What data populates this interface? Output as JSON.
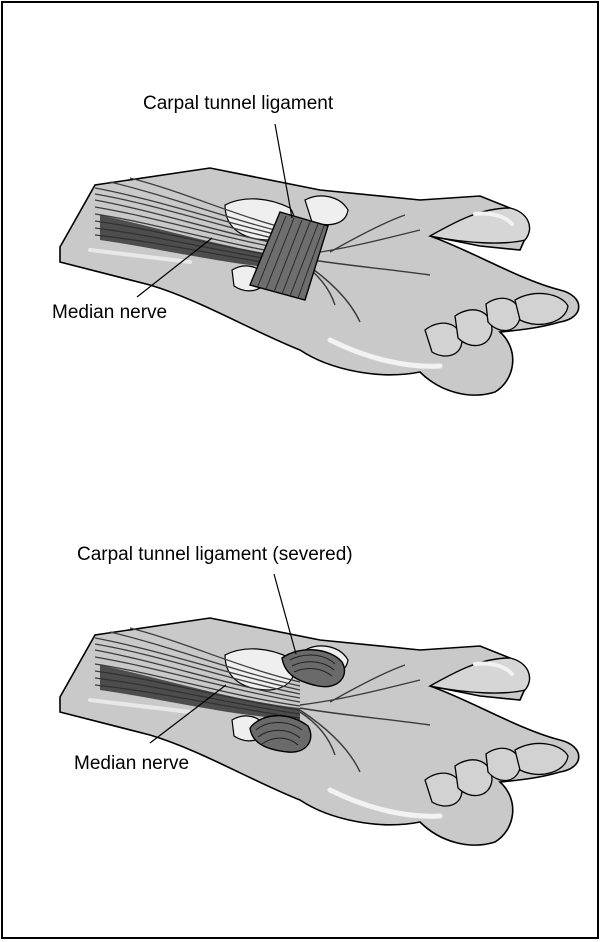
{
  "panels": [
    {
      "ligament_label": "Carpal tunnel ligament",
      "nerve_label": "Median nerve"
    },
    {
      "ligament_label": "Carpal tunnel ligament (severed)",
      "nerve_label": "Median nerve"
    }
  ],
  "colors": {
    "skin": "#c9c9c9",
    "skin_light": "#e4e4e4",
    "tendon": "#4a4a4a",
    "ligament": "#6e6e6e",
    "bone": "#efefef",
    "outline": "#000000"
  }
}
